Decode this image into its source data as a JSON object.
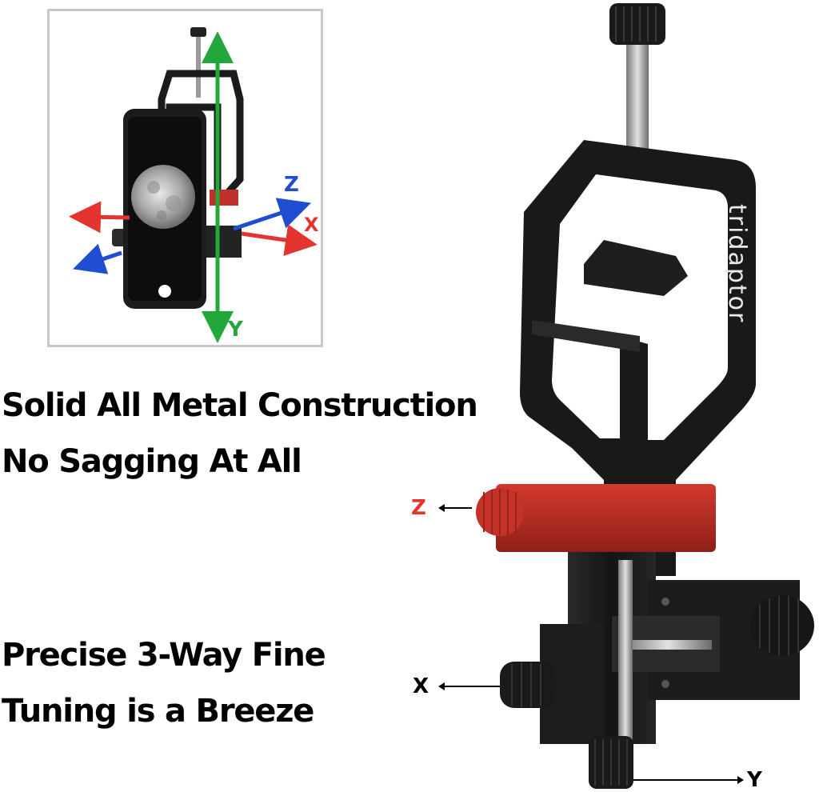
{
  "inset": {
    "axis_z": "Z",
    "axis_x": "X",
    "axis_y": "Y"
  },
  "headline_1": {
    "line1": "Solid All Metal Construction",
    "line2": "No Sagging At All"
  },
  "headline_2": {
    "line1": "Precise 3-Way Fine",
    "line2": "Tuning is a Breeze"
  },
  "product": {
    "brand": "tridaptor"
  },
  "callouts": {
    "z": "Z",
    "x": "X",
    "y": "Y"
  },
  "colors": {
    "red": "#e3342f",
    "green": "#22a83a",
    "blue": "#1f4fd0",
    "bracket": "#161616",
    "red_anodized": "#b5281f"
  }
}
